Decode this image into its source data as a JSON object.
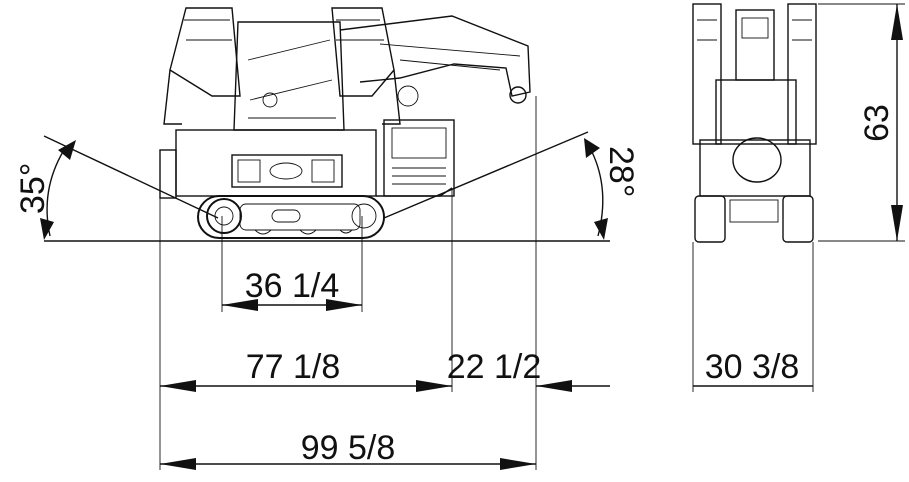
{
  "colors": {
    "ink": "#111111",
    "background": "#ffffff"
  },
  "dimensions": {
    "angle_left": "35°",
    "angle_right": "28°",
    "track_width": "36 1/4",
    "body_length": "77 1/8",
    "boom_overhang": "22 1/2",
    "total_length": "99 5/8",
    "front_width": "30 3/8",
    "height": "63"
  }
}
